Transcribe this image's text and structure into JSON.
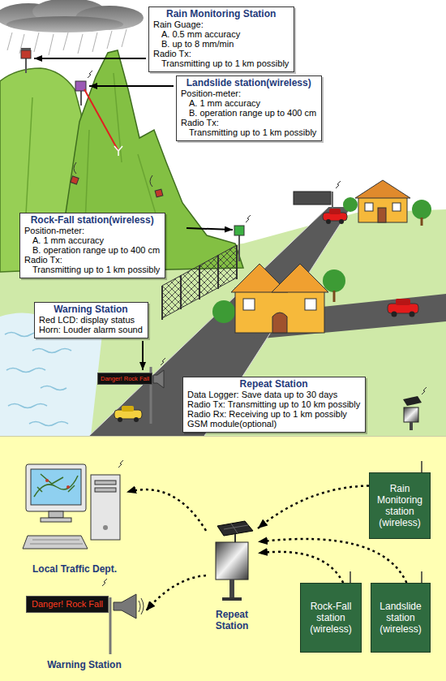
{
  "diagram": {
    "nodes": [
      {
        "text": [
          "Rain Monitoring Station",
          "Rain Guage:",
          "A. 0.5 mm accuracy",
          "B. up to 8 mm/min",
          "Radio Tx:",
          "Transmitting up to 1 km possibly"
        ]
      },
      {
        "text": [
          "Landslide station(wireless)",
          "Position-meter:",
          "A. 1 mm accuracy",
          "B. operation range up to 400 cm",
          "Radio Tx:",
          "Transmitting up to 1 km possibly"
        ]
      },
      {
        "text": [
          "Rock-Fall station(wireless)",
          "Position-meter:",
          "A. 1 mm accuracy",
          "B. operation range up to 400 cm",
          "Radio Tx:",
          "Transmitting up to 1 km possibly"
        ]
      },
      {
        "text": [
          "Warning Station",
          "Red LCD: display status",
          "Horn: Louder alarm sound"
        ]
      },
      {
        "text": [
          "Repeat Station",
          "Data Logger: Save data up to 30 days",
          "Radio Tx: Transmitting up to 10 km possibly",
          "Radio Rx: Receiving up to 1 km possibly",
          "GSM module(optional)"
        ]
      },
      {
        "text": [
          "Rain Monitoring station (wireless)"
        ]
      },
      {
        "text": [
          "Local Traffic Dept."
        ]
      },
      {
        "text": [
          "Repeat Station"
        ]
      },
      {
        "text": [
          "Danger! Rock Fall",
          "Warning Station"
        ]
      },
      {
        "text": [
          "Rock-Fall station (wireless)"
        ]
      },
      {
        "text": [
          "Landslide station (wireless)"
        ]
      }
    ],
    "edges": [
      {
        "from": 5,
        "to": 7,
        "arrow": "to"
      },
      {
        "from": 9,
        "to": 7,
        "arrow": "to"
      },
      {
        "from": 10,
        "to": 7,
        "arrow": "to"
      },
      {
        "from": 7,
        "to": 6,
        "arrow": "to"
      },
      {
        "from": 7,
        "to": 8,
        "arrow": "to"
      }
    ],
    "labels": [
      "Danger! Rock Fall"
    ]
  }
}
